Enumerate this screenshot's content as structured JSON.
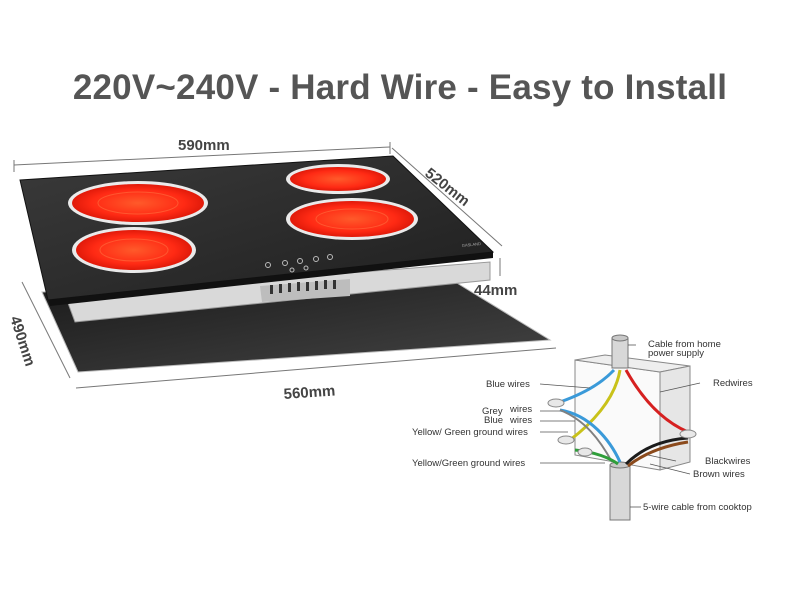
{
  "headline": "220V~240V - Hard Wire - Easy to Install",
  "dimensions": {
    "top_width": "590mm",
    "top_depth": "520mm",
    "height": "44mm",
    "cutout_depth": "490mm",
    "cutout_width": "560mm"
  },
  "cooktop": {
    "brand_mark": "GASLAND",
    "burner_color": "#ff2a14",
    "glass_color": "#2b2b2b"
  },
  "wiring": {
    "cable_home": "Cable from home",
    "power_supply": "power supply",
    "blue_wires": "Blue wires",
    "red_wires": "Redwires",
    "grey": "Grey",
    "wires": "wires",
    "blue": "Blue",
    "wires2": "wires",
    "yg_ground_1": "Yellow/ Green ground wires",
    "black_wires": "Blackwires",
    "yg_ground_2": "Yellow/Green  ground wires",
    "brown_wires": "Brown wires",
    "cable_cooktop": "5-wire cable from cooktop"
  }
}
